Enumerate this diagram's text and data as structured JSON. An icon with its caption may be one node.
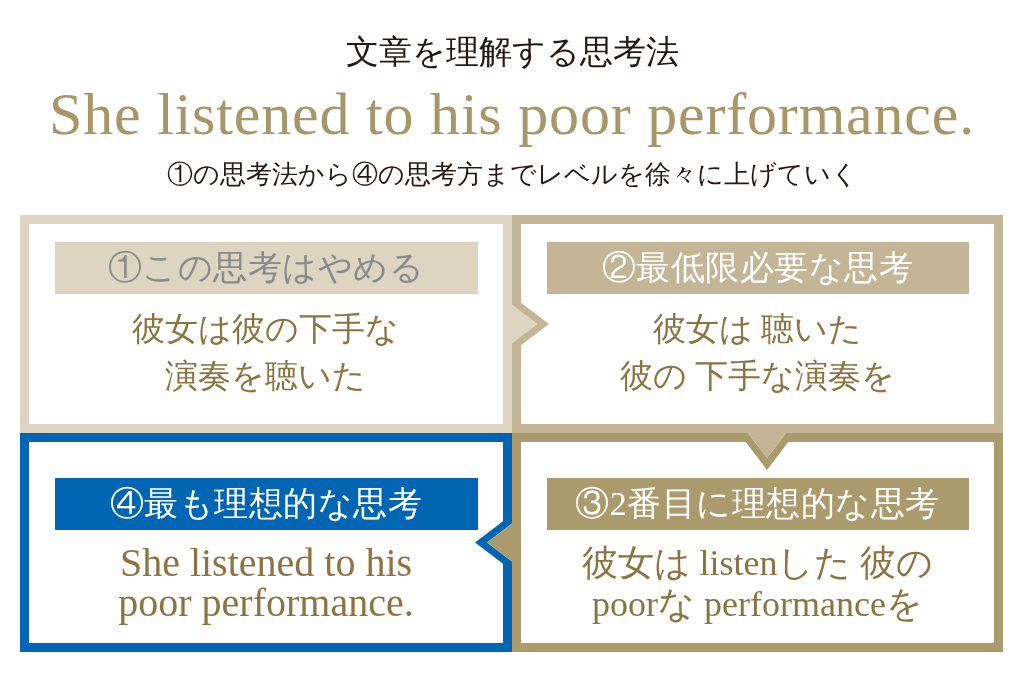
{
  "diagram": {
    "title": "文章を理解する思考法",
    "nodes": [
      {
        "text": [
          "①この思考はやめる",
          "彼女は彼の下手な演奏を聴いた"
        ]
      },
      {
        "text": [
          "②最低限必要な思考",
          "彼女は 聴いた彼の 下手な演奏を"
        ]
      },
      {
        "text": [
          "③2番目に理想的な思考",
          "彼女は listenした 彼の poorな performanceを"
        ]
      },
      {
        "text": [
          "④最も理想的な思考",
          "She listened to his poor performance."
        ]
      }
    ],
    "edges": [
      {
        "from": 0,
        "to": 1,
        "arrow": "to"
      },
      {
        "from": 1,
        "to": 2,
        "arrow": "to"
      },
      {
        "from": 2,
        "to": 3,
        "arrow": "to"
      }
    ],
    "labels": [
      "She listened to his poor performance.",
      "①の思考法から④の思考方までレベルを徐々に上げていく"
    ]
  }
}
